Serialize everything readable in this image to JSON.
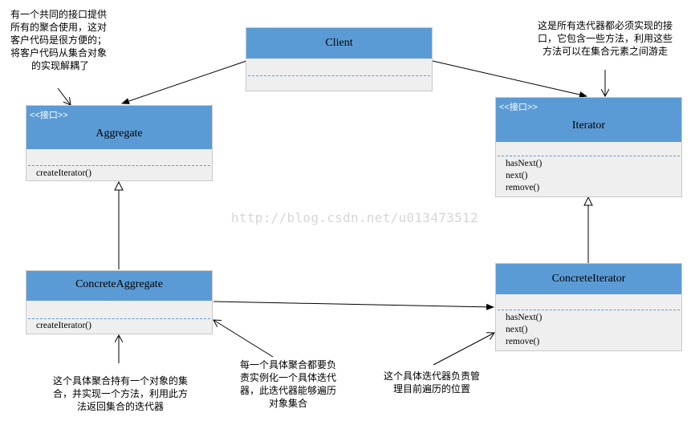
{
  "watermark": "http://blog.csdn.net/u013473512",
  "colors": {
    "header": "#5b9bd5",
    "body": "#efefef",
    "line": "#000000"
  },
  "classes": {
    "client": {
      "name": "Client"
    },
    "aggregate": {
      "stereotype": "<<接口>>",
      "name": "Aggregate",
      "methods": [
        "createIterator()"
      ]
    },
    "iterator": {
      "stereotype": "<<接口>>",
      "name": "Iterator",
      "methods": [
        "hasNext()",
        "next()",
        "remove()"
      ]
    },
    "concrete_aggregate": {
      "name": "ConcreteAggregate",
      "methods": [
        "createIterator()"
      ]
    },
    "concrete_iterator": {
      "name": "ConcreteIterator",
      "methods": [
        "hasNext()",
        "next()",
        "remove()"
      ]
    }
  },
  "notes": {
    "aggregate_note": [
      "有一个共同的接口提供",
      "所有的聚合使用，这对",
      "客户代码是很方便的；",
      "将客户代码从集合对象",
      "的实现解耦了"
    ],
    "iterator_note": [
      "这是所有迭代器都必须实现的接",
      "口，它包含一些方法，利用这些",
      "方法可以在集合元素之间游走"
    ],
    "concrete_aggregate_note": [
      "这个具体聚合持有一个对象的集",
      "合，并实现一个方法，利用此方",
      "法返回集合的迭代器"
    ],
    "create_note": [
      "每一个具体聚合都要负",
      "责实例化一个具体迭代",
      "器，此迭代器能够遍历",
      "对象集合"
    ],
    "concrete_iterator_note": [
      "这个具体迭代器负责管",
      "理目前遍历的位置"
    ]
  }
}
